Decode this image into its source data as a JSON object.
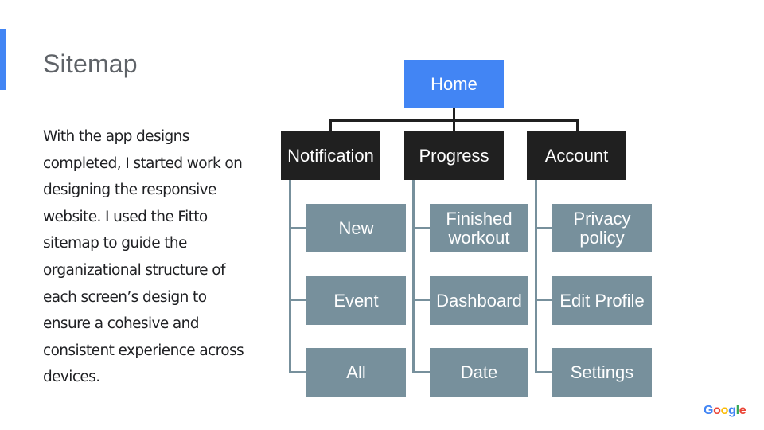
{
  "slide": {
    "title": "Sitemap",
    "body": "With the app designs completed, I started work on designing the responsive website. I used the Fitto sitemap to guide the organizational structure of each screen’s design to ensure a cohesive and consistent experience across devices."
  },
  "sitemap": {
    "root": "Home",
    "sections": [
      {
        "label": "Notification",
        "children": [
          "New",
          "Event",
          "All"
        ]
      },
      {
        "label": "Progress",
        "children": [
          "Finished workout",
          "Dashboard",
          "Date"
        ]
      },
      {
        "label": "Account",
        "children": [
          "Privacy policy",
          "Edit Profile",
          "Settings"
        ]
      }
    ]
  },
  "logo": {
    "letters": [
      "G",
      "o",
      "o",
      "g",
      "l",
      "e"
    ]
  },
  "colors": {
    "accent": "#4285f4",
    "root_node": "#4285f4",
    "section_node": "#202020",
    "leaf_node": "#77909c",
    "logo": [
      "#4285f4",
      "#ea4335",
      "#fbbc05",
      "#4285f4",
      "#34a853",
      "#ea4335"
    ]
  }
}
